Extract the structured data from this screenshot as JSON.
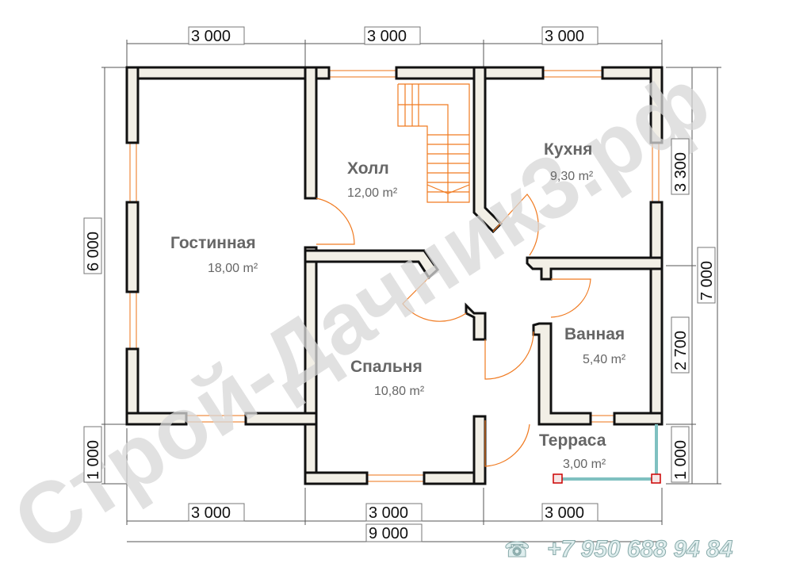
{
  "rooms": [
    {
      "name": "Гостинная",
      "area": "18,00 m²"
    },
    {
      "name": "Холл",
      "area": "12,00 m²"
    },
    {
      "name": "Кухня",
      "area": "9,30 m²"
    },
    {
      "name": "Спальня",
      "area": "10,80 m²"
    },
    {
      "name": "Ванная",
      "area": "5,40 m²"
    },
    {
      "name": "Терраса",
      "area": "3,00 m²"
    }
  ],
  "dimensions": {
    "top": [
      "3 000",
      "3 000",
      "3 000"
    ],
    "bottom": [
      "3 000",
      "3 000",
      "3 000"
    ],
    "total_width": "9 000",
    "left": [
      "6 000",
      "1 000"
    ],
    "right": [
      "3 300",
      "2 700",
      "1 000"
    ],
    "total_height": "7 000"
  },
  "watermark": "Строй-Дачник3.рф",
  "phone": "+7 950 688 94 84",
  "colors": {
    "wall_fill": "#f2efe6",
    "window": "#f08a3c",
    "terrace": "#7fc0c0"
  }
}
